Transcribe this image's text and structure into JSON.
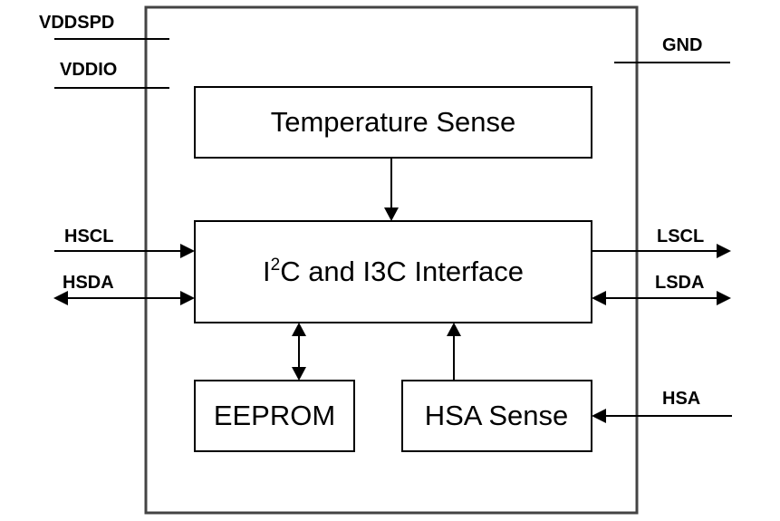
{
  "pins": {
    "vddspd": "VDDSPD",
    "vddio": "VDDIO",
    "gnd": "GND",
    "hscl": "HSCL",
    "hsda": "HSDA",
    "lscl": "LSCL",
    "lsda": "LSDA",
    "hsa": "HSA"
  },
  "blocks": {
    "temperature_sense": "Temperature Sense",
    "interface": {
      "prefix": "I",
      "superscript": "2",
      "suffix": "C and I3C Interface"
    },
    "eeprom": "EEPROM",
    "hsa_sense": "HSA Sense"
  },
  "colors": {
    "frame": "#444444",
    "lines": "#000000",
    "background": "#ffffff"
  }
}
